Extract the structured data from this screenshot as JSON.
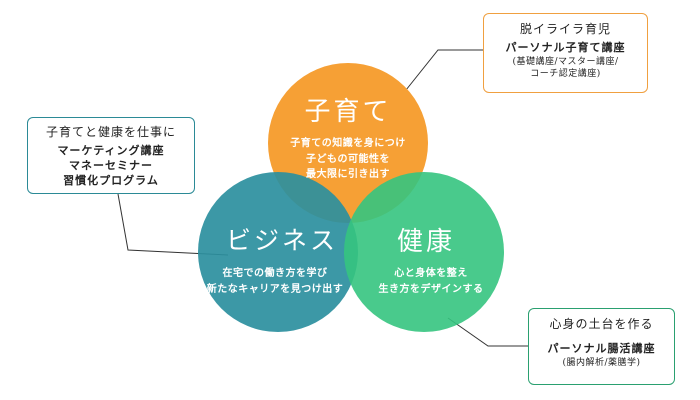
{
  "circles": {
    "kosodate": {
      "title": "子育て",
      "lines": [
        "子育ての知識を身につけ",
        "子どもの可能性を",
        "最大限に引き出す"
      ],
      "color": "#f6a035"
    },
    "business": {
      "title": "ビジネス",
      "lines": [
        "在宅での働き方を学び",
        "新たなキャリアを見つけ出す"
      ],
      "color": "#2b8f9e"
    },
    "kenko": {
      "title": "健康",
      "lines": [
        "心と身体を整え",
        "生き方をデザインする"
      ],
      "color": "#35c47f"
    }
  },
  "boxes": {
    "kosodate": {
      "title": "脱イライラ育児",
      "items": [
        "パーソナル子育て講座"
      ],
      "sub": [
        "(基礎講座/マスター講座/",
        "コーチ認定講座)"
      ],
      "border": "#f0a040"
    },
    "business": {
      "title": "子育てと健康を仕事に",
      "items": [
        "マーケティング講座",
        "マネーセミナー",
        "習慣化プログラム"
      ],
      "border": "#2b8a96"
    },
    "kenko": {
      "title": "心身の土台を作る",
      "items": [
        "パーソナル腸活講座"
      ],
      "sub": [
        "(腸内解析/薬膳学)"
      ],
      "border": "#2aa070"
    }
  }
}
